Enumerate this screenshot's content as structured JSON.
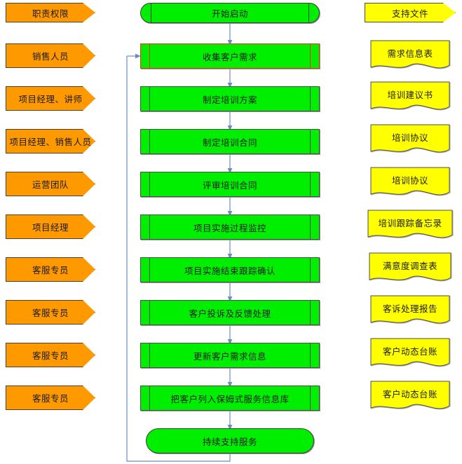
{
  "columns": {
    "roles_header": "职责权限",
    "flow_header": "开始启动",
    "docs_header": "支持文件"
  },
  "roles": [
    {
      "label": "销售人员"
    },
    {
      "label": "项目经理、讲师"
    },
    {
      "label": "项目经理、销售人员"
    },
    {
      "label": "运营团队"
    },
    {
      "label": "项目经理"
    },
    {
      "label": "客服专员"
    },
    {
      "label": "客服专员"
    },
    {
      "label": "客服专员"
    },
    {
      "label": "客服专员"
    }
  ],
  "process_steps": [
    {
      "label": "收集客户需求",
      "selected": true
    },
    {
      "label": "制定培训方案",
      "selected": false
    },
    {
      "label": "制定培训合同",
      "selected": false
    },
    {
      "label": "评审培训合同",
      "selected": false
    },
    {
      "label": "项目实施过程监控",
      "selected": false
    },
    {
      "label": "项目实施结束跟踪确认",
      "selected": false
    },
    {
      "label": "客户投诉及反馈处理",
      "selected": false
    },
    {
      "label": "更新客户需求信息",
      "selected": false
    },
    {
      "label": "把客户列入保姆式服务信息库",
      "selected": false
    }
  ],
  "end_terminator": {
    "label": "持续支持服务"
  },
  "documents": [
    {
      "label": "需求信息表"
    },
    {
      "label": "培训建议书"
    },
    {
      "label": "培训协议"
    },
    {
      "label": "培训协议"
    },
    {
      "label": "培训跟踪备忘录"
    },
    {
      "label": "满意度调查表"
    },
    {
      "label": "客诉处理报告"
    },
    {
      "label": "客户动态台账"
    },
    {
      "label": "客户动态台账"
    }
  ],
  "colors": {
    "role_fill": "#FF9900",
    "process_fill": "#00EE00",
    "document_fill": "#FFFF00",
    "selected_border": "#E8321E",
    "connector": "#6A8BC4",
    "shape_border": "#4D4D4D"
  }
}
